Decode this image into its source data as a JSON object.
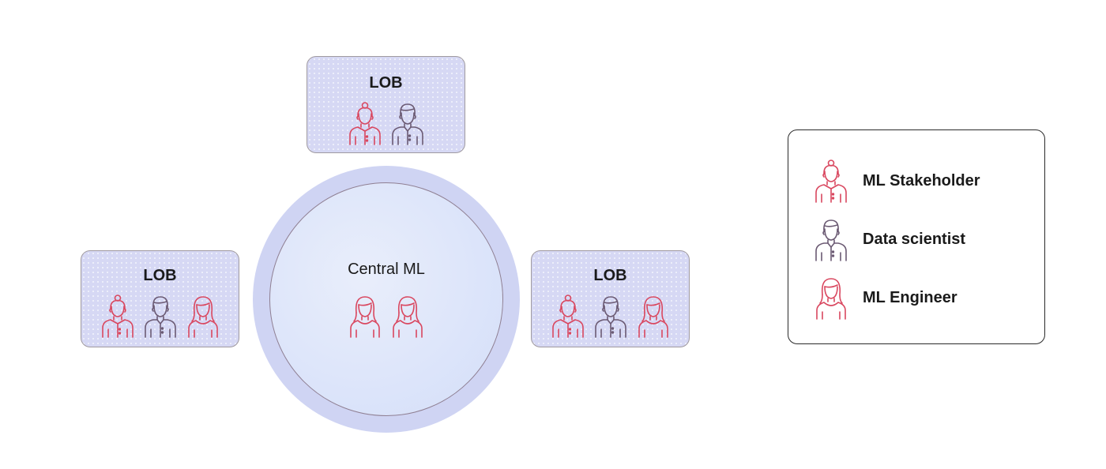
{
  "lobs": {
    "top": {
      "title": "LOB",
      "members": [
        "ml-stakeholder",
        "data-scientist"
      ]
    },
    "left": {
      "title": "LOB",
      "members": [
        "ml-stakeholder",
        "data-scientist",
        "ml-engineer"
      ]
    },
    "right": {
      "title": "LOB",
      "members": [
        "ml-stakeholder",
        "data-scientist",
        "ml-engineer"
      ]
    }
  },
  "central": {
    "title": "Central ML",
    "members": [
      "ml-engineer",
      "ml-engineer"
    ]
  },
  "legend": {
    "items": [
      {
        "icon": "ml-stakeholder-icon",
        "label": "ML Stakeholder"
      },
      {
        "icon": "data-scientist-icon",
        "label": "Data scientist"
      },
      {
        "icon": "ml-engineer-icon",
        "label": "ML Engineer"
      }
    ]
  },
  "colors": {
    "ml_stakeholder": "#d9475f",
    "data_scientist": "#6b5a73",
    "ml_engineer": "#d9475f",
    "lob_fill": "#d6d8f4",
    "circle_ring": "#cfd4f3"
  }
}
